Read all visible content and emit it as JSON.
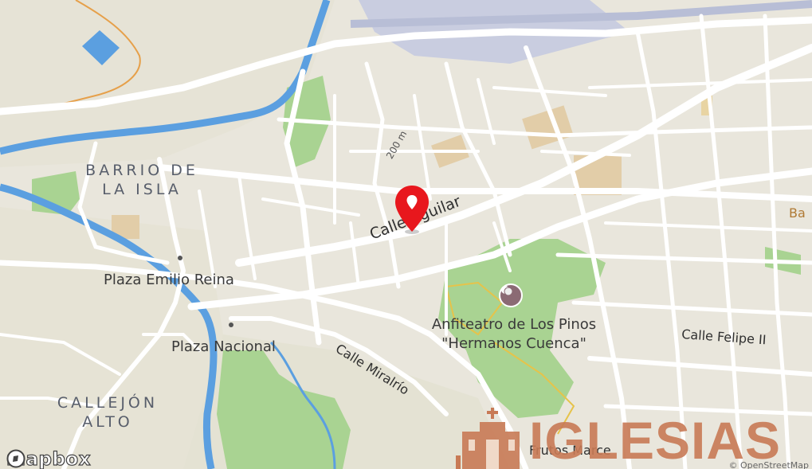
{
  "map": {
    "provider": "mapbox",
    "colors": {
      "land": "#e9e6dc",
      "road": "#ffffff",
      "park": "#a5d18f",
      "water": "#5b9fe0",
      "rail": "#b9bfd6",
      "marker": "#e8171d",
      "watermark": "#c87a55"
    }
  },
  "districts": [
    {
      "line1": "BARRIO DE",
      "line2": "LA ISLA"
    },
    {
      "line1": "CALLEJÓN",
      "line2": "ALTO"
    }
  ],
  "streets": {
    "aguilar": "Calle Aguilar",
    "miralrio": "Calle Miralrío",
    "felipe": "Calle Felipe II",
    "frutos": "Frutos Marce"
  },
  "places": {
    "emilio_reina": "Plaza Emilio Reina",
    "nacional": "Plaza Nacional",
    "anfiteatro_line1": "Anfiteatro de Los Pinos",
    "anfiteatro_line2": "\"Hermanos Cuenca\"",
    "edge_ba": "Ba"
  },
  "scale_label": "200 m",
  "marker": {
    "icon": "map-pin-icon"
  },
  "watermark": {
    "text": "IGLESIAS",
    "icon": "church-icon"
  },
  "logo": {
    "text": "mapbox",
    "icon": "mapbox-icon"
  },
  "attribution": "© OpenStreetMap"
}
